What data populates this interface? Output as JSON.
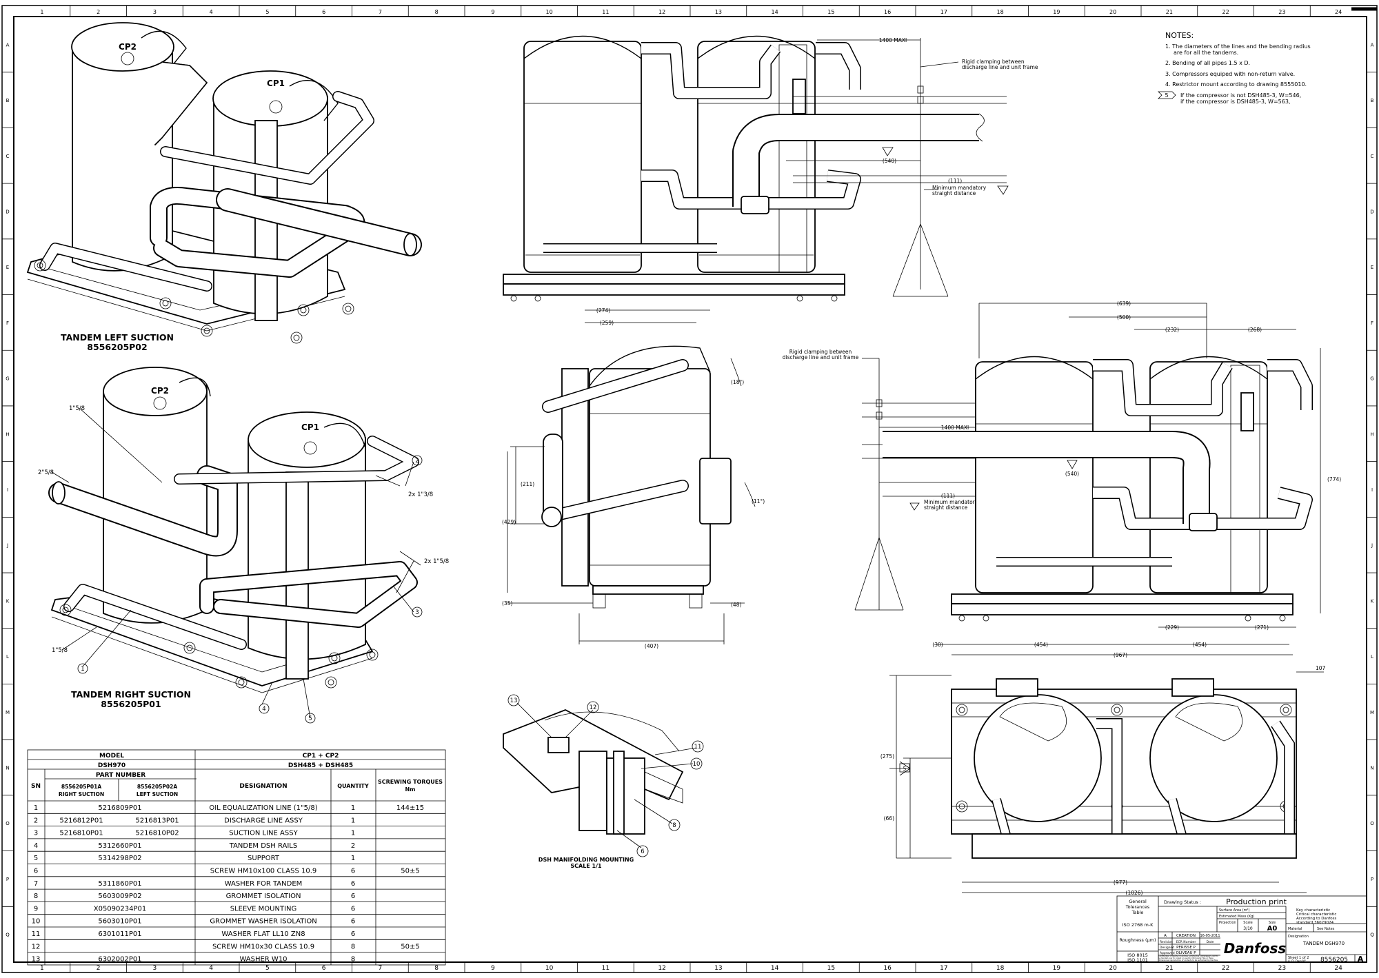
{
  "grid": {
    "cols": [
      "1",
      "2",
      "3",
      "4",
      "5",
      "6",
      "7",
      "8",
      "9",
      "10",
      "11",
      "12",
      "13",
      "14",
      "15",
      "16",
      "17",
      "18",
      "19",
      "20",
      "21",
      "22",
      "23",
      "24"
    ],
    "rows": [
      "A",
      "B",
      "C",
      "D",
      "E",
      "F",
      "G",
      "H",
      "I",
      "J",
      "K",
      "L",
      "M",
      "N",
      "O",
      "P",
      "Q"
    ]
  },
  "views": {
    "left_title": "TANDEM LEFT SUCTION",
    "left_pn": "8556205P02",
    "right_title": "TANDEM RIGHT SUCTION",
    "right_pn": "8556205P01",
    "cp1": "CP1",
    "cp2": "CP2",
    "detail_title": "DSH MANIFOLDING MOUNTING",
    "detail_scale": "SCALE 1/1"
  },
  "callouts": {
    "c1": "1",
    "c2": "2",
    "c3": "3",
    "c4": "4",
    "c5": "5",
    "c6": "6",
    "c8": "8",
    "c10": "10",
    "c11": "11",
    "c12": "12",
    "c13": "13",
    "l_1_5_8a": "1\"5/8",
    "l_2_5_8": "2\"5/8",
    "l_1_3_8": "2x 1\"3/8",
    "l_1_5_8b": "2x 1\"5/8",
    "l_1_5_8c": "1\"5/8"
  },
  "dims": {
    "d1400_top": "1400 MAXI",
    "d540_top": "(540)",
    "d111_top": "(111)",
    "min_straight_top": "Minimum mandatory",
    "min_straight_top2": "straight distance",
    "rigid_top": "Rigid clamping between",
    "rigid_top2": "discharge line and unit frame",
    "d274": "(274)",
    "d259": "(259)",
    "d18": "(18°)",
    "d11": "(11°)",
    "d211": "(211)",
    "d429": "(429)",
    "d35": "(35)",
    "d48": "(48)",
    "d407": "(407)",
    "rigid_mid": "Rigid clamping between",
    "rigid_mid2": "discharge line and unit frame",
    "d1400_mid": "1400 MAXI",
    "d540_mid": "(540)",
    "d111_mid": "(111)",
    "min_straight_mid": "Minimum mandatory",
    "min_straight_mid2": "straight distance",
    "d639": "(639)",
    "d500": "(500)",
    "d232": "(232)",
    "d268": "(268)",
    "d774": "(774)",
    "d229": "(229)",
    "d271": "(271)",
    "d30": "(30)",
    "d454a": "(454)",
    "d454b": "(454)",
    "d967": "(967)",
    "d107": "107",
    "d275": "(275)",
    "d66": "(66)",
    "d977": "(977)",
    "d1026": "(1026)",
    "tag5": "5"
  },
  "notes": {
    "heading": "NOTES:",
    "n1": "1. The diameters of the lines and the bending radius",
    "n1b": "are for all the tandems.",
    "n2": "2. Bending of all pipes 1.5 x D.",
    "n3": "3. Compressors equiped with non-return valve.",
    "n4": "4. Restrictor mount according to drawing 8555010.",
    "n5_tag": "5",
    "n5": "If the compressor is not DSH485-3, W=546,",
    "n5b": "if the compressor is DSH485-3, W=563,"
  },
  "bom": {
    "model_label": "MODEL",
    "model_value": "DSH970",
    "cp_label": "CP1 + CP2",
    "cp_value": "DSH485 + DSH485",
    "part_number": "PART NUMBER",
    "sn": "SN",
    "pn_right": "8556205P01A",
    "pn_right_sub": "RIGHT SUCTION",
    "pn_left": "8556205P02A",
    "pn_left_sub": "LEFT SUCTION",
    "designation": "DESIGNATION",
    "quantity": "QUANTITY",
    "torque": "SCREWING TORQUES",
    "torque_unit": "Nm",
    "rows": [
      {
        "sn": "1",
        "p1": "5216809P01",
        "p2": "",
        "des": "OIL EQUALIZATION LINE (1\"5/8)",
        "qty": "1",
        "tq": "144±15"
      },
      {
        "sn": "2",
        "p1": "5216812P01",
        "p2": "5216813P01",
        "des": "DISCHARGE LINE ASSY",
        "qty": "1",
        "tq": ""
      },
      {
        "sn": "3",
        "p1": "5216810P01",
        "p2": "5216810P02",
        "des": "SUCTION LINE ASSY",
        "qty": "1",
        "tq": ""
      },
      {
        "sn": "4",
        "p1": "5312660P01",
        "p2": "",
        "des": "TANDEM DSH RAILS",
        "qty": "2",
        "tq": ""
      },
      {
        "sn": "5",
        "p1": "5314298P02",
        "p2": "",
        "des": "SUPPORT",
        "qty": "1",
        "tq": ""
      },
      {
        "sn": "6",
        "p1": "",
        "p2": "",
        "des": "SCREW HM10x100 CLASS 10.9",
        "qty": "6",
        "tq": "50±5"
      },
      {
        "sn": "7",
        "p1": "5311860P01",
        "p2": "",
        "des": "WASHER FOR TANDEM",
        "qty": "6",
        "tq": ""
      },
      {
        "sn": "8",
        "p1": "5603009P02",
        "p2": "",
        "des": "GROMMET ISOLATION",
        "qty": "6",
        "tq": ""
      },
      {
        "sn": "9",
        "p1": "X05090234P01",
        "p2": "",
        "des": "SLEEVE MOUNTING",
        "qty": "6",
        "tq": ""
      },
      {
        "sn": "10",
        "p1": "5603010P01",
        "p2": "",
        "des": "GROMMET WASHER ISOLATION",
        "qty": "6",
        "tq": ""
      },
      {
        "sn": "11",
        "p1": "6301011P01",
        "p2": "",
        "des": "WASHER FLAT LL10 ZN8",
        "qty": "6",
        "tq": ""
      },
      {
        "sn": "12",
        "p1": "",
        "p2": "",
        "des": "SCREW HM10x30 CLASS 10.9",
        "qty": "8",
        "tq": "50±5"
      },
      {
        "sn": "13",
        "p1": "6302002P01",
        "p2": "",
        "des": "WASHER W10",
        "qty": "8",
        "tq": ""
      }
    ]
  },
  "title_block": {
    "gen_tol": "General",
    "gen_tol2": "Tolerances",
    "gen_tol3": "Table",
    "iso2768": "ISO 2768 m-K",
    "roughness": "Roughness (µm)",
    "iso8015": "ISO 8015",
    "iso1101": "ISO 1101",
    "drawing_status": "Drawing Status :",
    "production_print": "Production print",
    "surface": "Surface Area (m²)",
    "mass": "Estimated Mass (Kg)",
    "projection": "Projection",
    "scale_label": "Scale",
    "scale_value": "3/10",
    "size_label": "Size",
    "size_value": "A0",
    "key1": "Key characteristic",
    "key2": "Critical characteristic",
    "key3": "According to Danfoss",
    "key4": "standard 36029024",
    "material": "Material",
    "material_value": "See Notes",
    "rev": "A",
    "creation": "CREATION",
    "date": "16-05-2011",
    "revision": "Revision",
    "ecr": "ECR Number",
    "date_label": "Date",
    "designed": "Designed",
    "designer": "PERISSE P",
    "approved": "Approved",
    "approver": "OLIVEAU P",
    "confidential": "Confidential: Property of Danfoss Commercial Compressors. Not to be handed over to copied or used by third party. Two or three dimensional reproduction of contents to be authorized by Danfoss CC.",
    "brand": "Danfoss",
    "designation_label": "Designation",
    "designation_value": "TANDEM DSH970",
    "sheet": "Sheet 1 of 2",
    "dwg_label": "A. D. Dwg N°",
    "dwg_number": "8556205",
    "rev_big": "A"
  },
  "colors": {
    "line": "#000000",
    "paper": "#ffffff"
  }
}
